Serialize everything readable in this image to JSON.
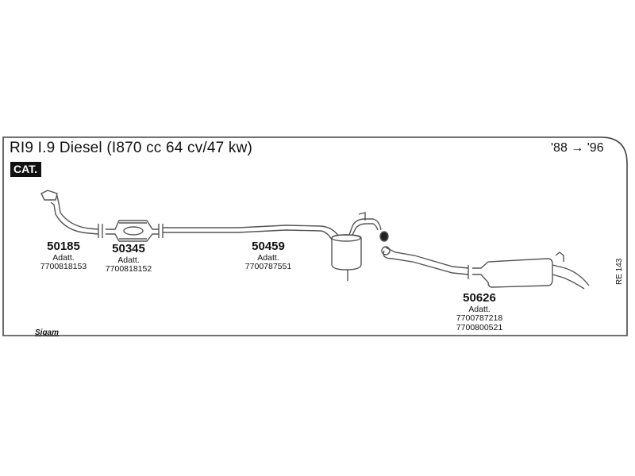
{
  "header": {
    "title": "RI9 I.9 Diesel (I870 cc 64 cv/47 kw)",
    "years": "'88 → '96",
    "badge": "CAT."
  },
  "parts": [
    {
      "number": "50185",
      "adatt": "Adatt.",
      "oem": [
        "7700818153"
      ]
    },
    {
      "number": "50345",
      "adatt": "Adatt.",
      "oem": [
        "7700818152"
      ]
    },
    {
      "number": "50459",
      "adatt": "Adatt.",
      "oem": [
        "7700787551"
      ]
    },
    {
      "number": "50626",
      "adatt": "Adatt.",
      "oem": [
        "7700787218",
        "7700800521"
      ]
    }
  ],
  "reference_code": "RE 143",
  "brand_mark": "Sigam",
  "colors": {
    "line": "#555555",
    "border": "#444444",
    "badge_bg": "#111111"
  }
}
